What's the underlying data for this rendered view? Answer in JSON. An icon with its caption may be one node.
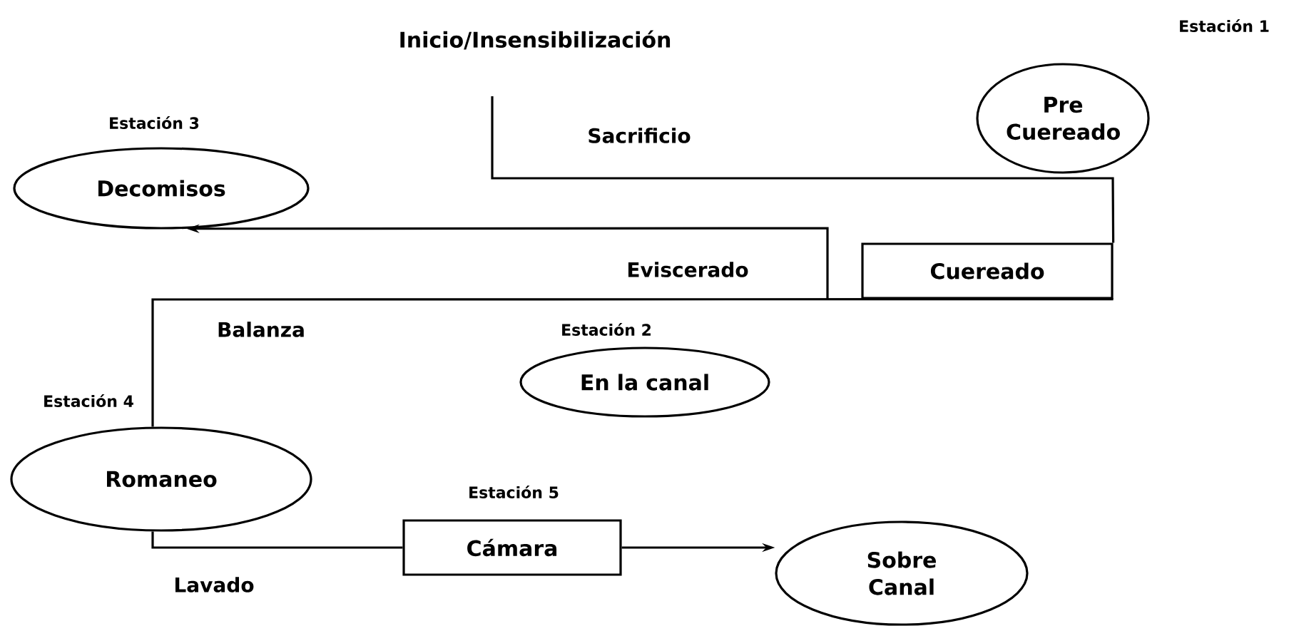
{
  "diagram": {
    "nodes": [
      {
        "text": [
          "Inicio/Insensibilización"
        ]
      },
      {
        "text": [
          "Pre Cuereado"
        ],
        "beside": [
          "Estación 1"
        ]
      },
      {
        "text": [
          "Decomisos"
        ],
        "beside": [
          "Estación 3"
        ]
      },
      {
        "text": [
          "Cuereado"
        ]
      },
      {
        "text": [
          "En la canal"
        ],
        "beside": [
          "Estación 2"
        ]
      },
      {
        "text": [
          "Romaneo"
        ],
        "beside": [
          "Estación 4"
        ]
      },
      {
        "text": [
          "Cámara"
        ],
        "beside": [
          "Estación 5"
        ]
      },
      {
        "text": [
          "Sobre Canal"
        ]
      }
    ],
    "edges": [
      {
        "from": 0,
        "to": 3,
        "arrow": "none"
      },
      {
        "from": 3,
        "to": 5,
        "arrow": "none"
      },
      {
        "from": 5,
        "to": 6,
        "arrow": "none"
      },
      {
        "from": 3,
        "to": 2,
        "arrow": "to"
      },
      {
        "from": 6,
        "to": 7,
        "arrow": "to"
      }
    ],
    "labels": [
      "Sacrificio",
      "Eviscerado",
      "Balanza",
      "Lavado"
    ]
  }
}
